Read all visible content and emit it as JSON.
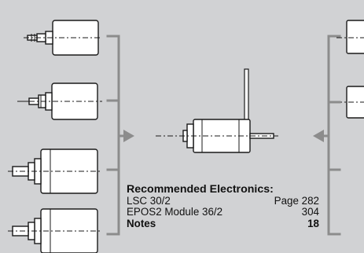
{
  "colors": {
    "background": "#d1d2d4",
    "body_fill": "#ffffff",
    "outline": "#1a1a1a",
    "bracket": "#8c8c8c",
    "arrow": "#8c8c8c"
  },
  "icons": [
    "motor-drawing",
    "gearhead-drawing",
    "encoder-drawing",
    "arrow-right-icon",
    "arrow-left-icon"
  ],
  "electronics": {
    "heading": "Recommended Electronics:",
    "rows": [
      {
        "name": "LSC 30/2",
        "value": "Page 282"
      },
      {
        "name": "EPOS2 Module 36/2",
        "value": "304"
      }
    ],
    "notes": {
      "label": "Notes",
      "value": "18"
    }
  }
}
